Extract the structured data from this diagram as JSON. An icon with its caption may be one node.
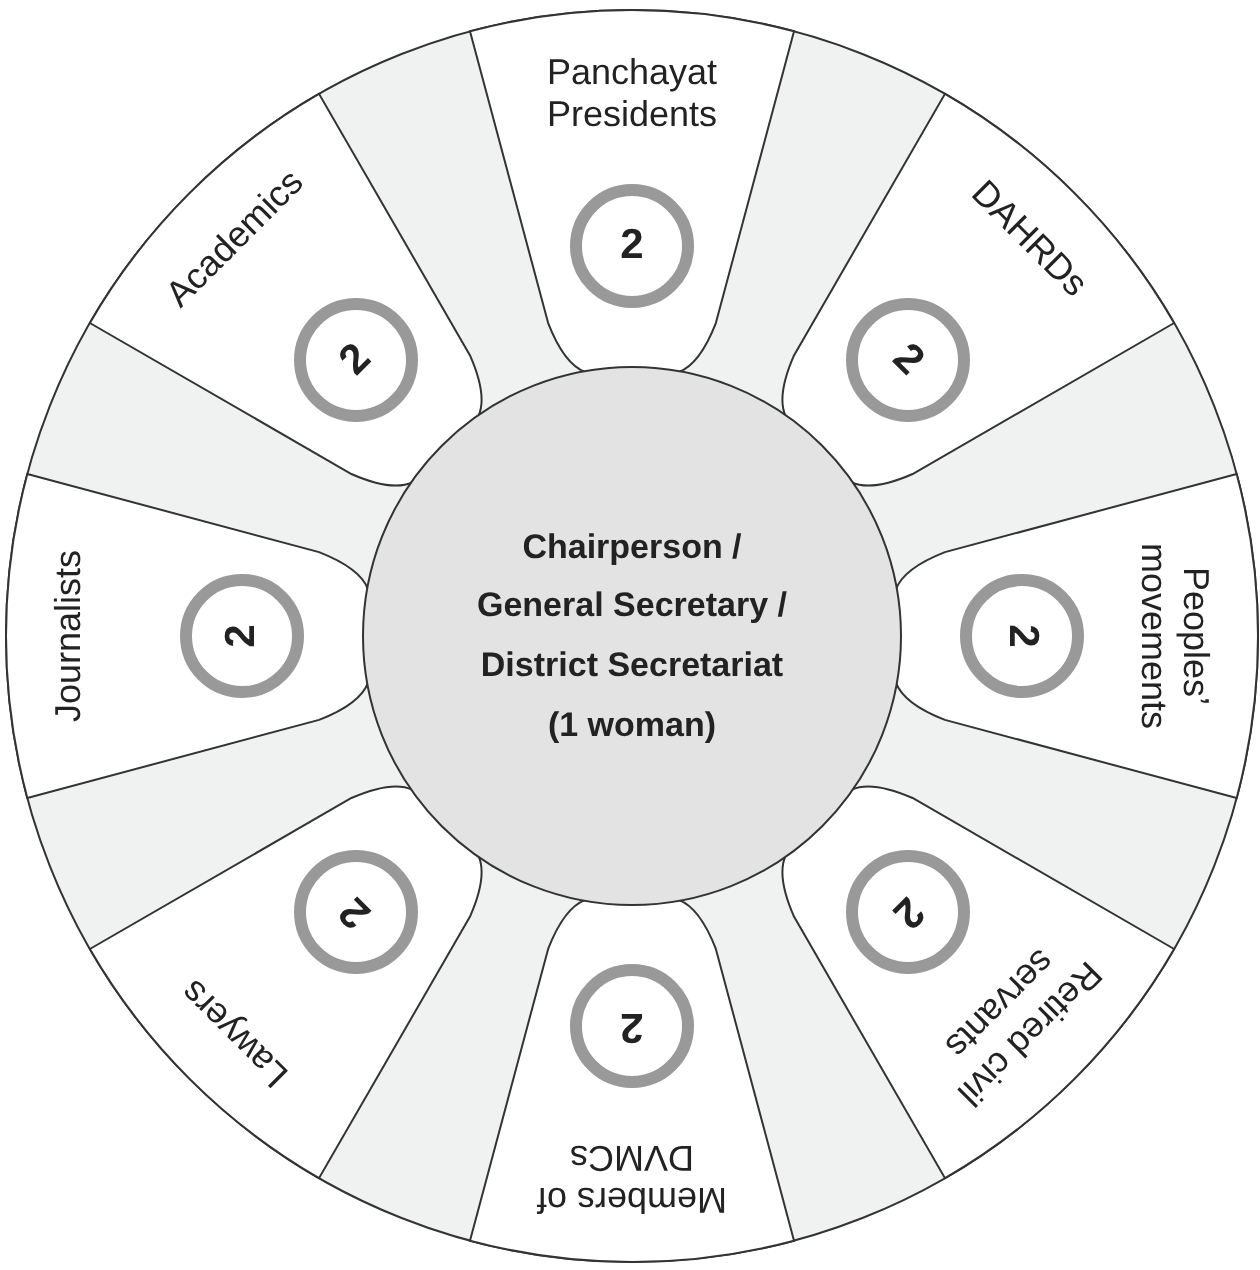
{
  "diagram": {
    "nodes": [
      {
        "text": [
          "Chairperson / General Secretary / District Secretariat (1 woman)"
        ]
      },
      {
        "text": [
          "Panchayat Presidents"
        ]
      },
      {
        "text": [
          "2"
        ],
        "in": 1
      },
      {
        "text": [
          "DAHRDs"
        ]
      },
      {
        "text": [
          "2"
        ],
        "in": 3
      },
      {
        "text": [
          "Peoples’ movements"
        ]
      },
      {
        "text": [
          "2"
        ],
        "in": 5
      },
      {
        "text": [
          "Retired civil servants"
        ]
      },
      {
        "text": [
          "2"
        ],
        "in": 7
      },
      {
        "text": [
          "Members of DVMCs"
        ]
      },
      {
        "text": [
          "2"
        ],
        "in": 9
      },
      {
        "text": [
          "Lawyers"
        ]
      },
      {
        "text": [
          "2"
        ],
        "in": 11
      },
      {
        "text": [
          "Journalists"
        ]
      },
      {
        "text": [
          "2"
        ],
        "in": 13
      },
      {
        "text": [
          "Academics"
        ]
      },
      {
        "text": [
          "2"
        ],
        "in": 15
      }
    ]
  }
}
